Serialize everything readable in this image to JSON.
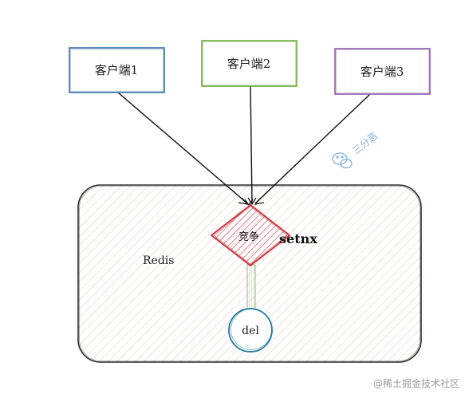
{
  "clients": [
    {
      "label": "客户端1",
      "color": "#3a6fa8"
    },
    {
      "label": "客户端2",
      "color": "#6aab3c"
    },
    {
      "label": "客户端3",
      "color": "#8a5aa8"
    }
  ],
  "redis": {
    "label": "Redis"
  },
  "competition": {
    "label": "竞争",
    "color": "#c8333a"
  },
  "command": {
    "label": "setnx"
  },
  "del_node": {
    "label": "del",
    "color": "#1e7aa0"
  },
  "watermark": {
    "text": "三分恶"
  },
  "footer": {
    "text": "@稀土掘金技术社区"
  }
}
